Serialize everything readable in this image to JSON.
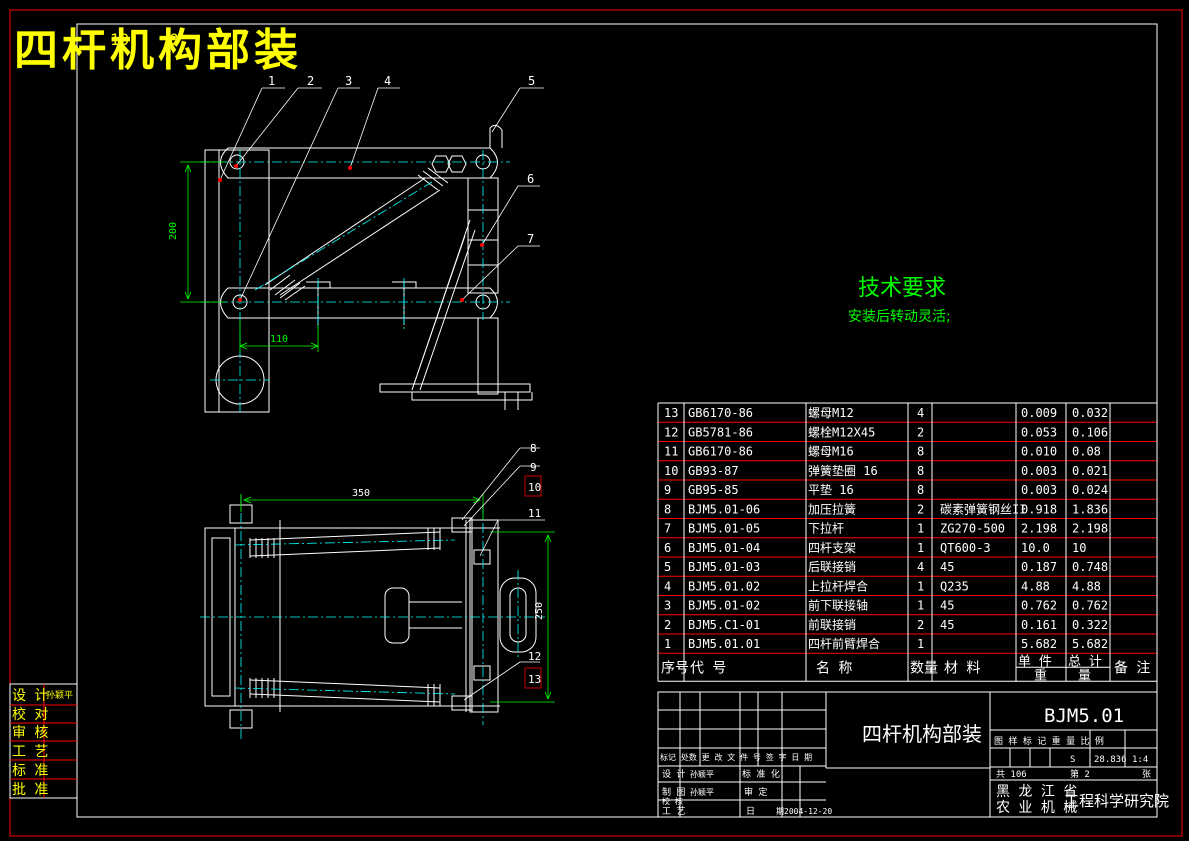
{
  "drawing_title": "四杆机构部装",
  "tech_requirements": {
    "heading": "技术要求",
    "item": "安装后转动灵活;"
  },
  "balloons": [
    "1",
    "2",
    "3",
    "4",
    "5",
    "6",
    "7",
    "8",
    "9",
    "10",
    "11",
    "12",
    "13"
  ],
  "dimensions": {
    "vertical_200": "200",
    "horizontal_110": "110",
    "horizontal_350": "350",
    "vertical_250": "250",
    "top_label": "10",
    "top_label_b": "0"
  },
  "bom": [
    {
      "no": "13",
      "code": "GB6170-86",
      "name": "螺母M12",
      "qty": "4",
      "material": "",
      "unit": "0.009",
      "total": "0.032"
    },
    {
      "no": "12",
      "code": "GB5781-86",
      "name": "螺栓M12X45",
      "qty": "2",
      "material": "",
      "unit": "0.053",
      "total": "0.106"
    },
    {
      "no": "11",
      "code": "GB6170-86",
      "name": "螺母M16",
      "qty": "8",
      "material": "",
      "unit": "0.010",
      "total": "0.08"
    },
    {
      "no": "10",
      "code": "GB93-87",
      "name": "弹簧垫圈 16",
      "qty": "8",
      "material": "",
      "unit": "0.003",
      "total": "0.021"
    },
    {
      "no": "9",
      "code": "GB95-85",
      "name": "平垫 16",
      "qty": "8",
      "material": "",
      "unit": "0.003",
      "total": "0.024"
    },
    {
      "no": "8",
      "code": "BJM5.01-06",
      "name": "加压拉簧",
      "qty": "2",
      "material": "碳素弹簧钢丝II",
      "unit": "0.918",
      "total": "1.836"
    },
    {
      "no": "7",
      "code": "BJM5.01-05",
      "name": "下拉杆",
      "qty": "1",
      "material": "ZG270-500",
      "unit": "2.198",
      "total": "2.198"
    },
    {
      "no": "6",
      "code": "BJM5.01-04",
      "name": "四杆支架",
      "qty": "1",
      "material": "QT600-3",
      "unit": "10.0",
      "total": "10"
    },
    {
      "no": "5",
      "code": "BJM5.01-03",
      "name": "后联接销",
      "qty": "4",
      "material": "45",
      "unit": "0.187",
      "total": "0.748"
    },
    {
      "no": "4",
      "code": "BJM5.01.02",
      "name": "上拉杆焊合",
      "qty": "1",
      "material": "Q235",
      "unit": "4.88",
      "total": "4.88"
    },
    {
      "no": "3",
      "code": "BJM5.01-02",
      "name": "前下联接轴",
      "qty": "1",
      "material": "45",
      "unit": "0.762",
      "total": "0.762"
    },
    {
      "no": "2",
      "code": "BJM5.C1-01",
      "name": "前联接销",
      "qty": "2",
      "material": "45",
      "unit": "0.161",
      "total": "0.322"
    },
    {
      "no": "1",
      "code": "BJM5.01.01",
      "name": "四杆前臂焊合",
      "qty": "1",
      "material": "",
      "unit": "5.682",
      "total": "5.682"
    }
  ],
  "bom_header": {
    "no": "序号",
    "code": "代          号",
    "name": "名          称",
    "qty": "数量",
    "material": "材   料",
    "unit": "单 件\n重",
    "total": "总 计\n量",
    "note": "备 注"
  },
  "title_block": {
    "name": "四杆机构部装",
    "drawing_no": "BJM5.01",
    "stage_labels": "图  样  标  记     重 量       比  例",
    "weight": "28.836",
    "scale": "1:4",
    "stage_mark": "S",
    "sheets_total": "共  106",
    "sheet_no": "第   2",
    "sheet_suffix": "张",
    "org_line1": "黑 龙 江 省",
    "org_line2": "农 业 机 械",
    "org_line3": "工程科学研究院",
    "rev_header": "标记 处数 更 改 文 件 号   签 字   日 期",
    "row_design": "设    计",
    "row_design_person": "  孙颖平",
    "row_std": "标   准   化",
    "row_draw": "制    图",
    "row_draw_person": "  孙颖平",
    "row_review": "审   定",
    "row_check": "校    核",
    "row_process": "工    艺",
    "row_date_label": "日",
    "row_date": "期2004-12-20"
  },
  "side_block": [
    "设 计",
    "校 对",
    "审 核",
    "工 艺",
    "标 准",
    "批 准"
  ],
  "side_block_person": "孙颖平"
}
